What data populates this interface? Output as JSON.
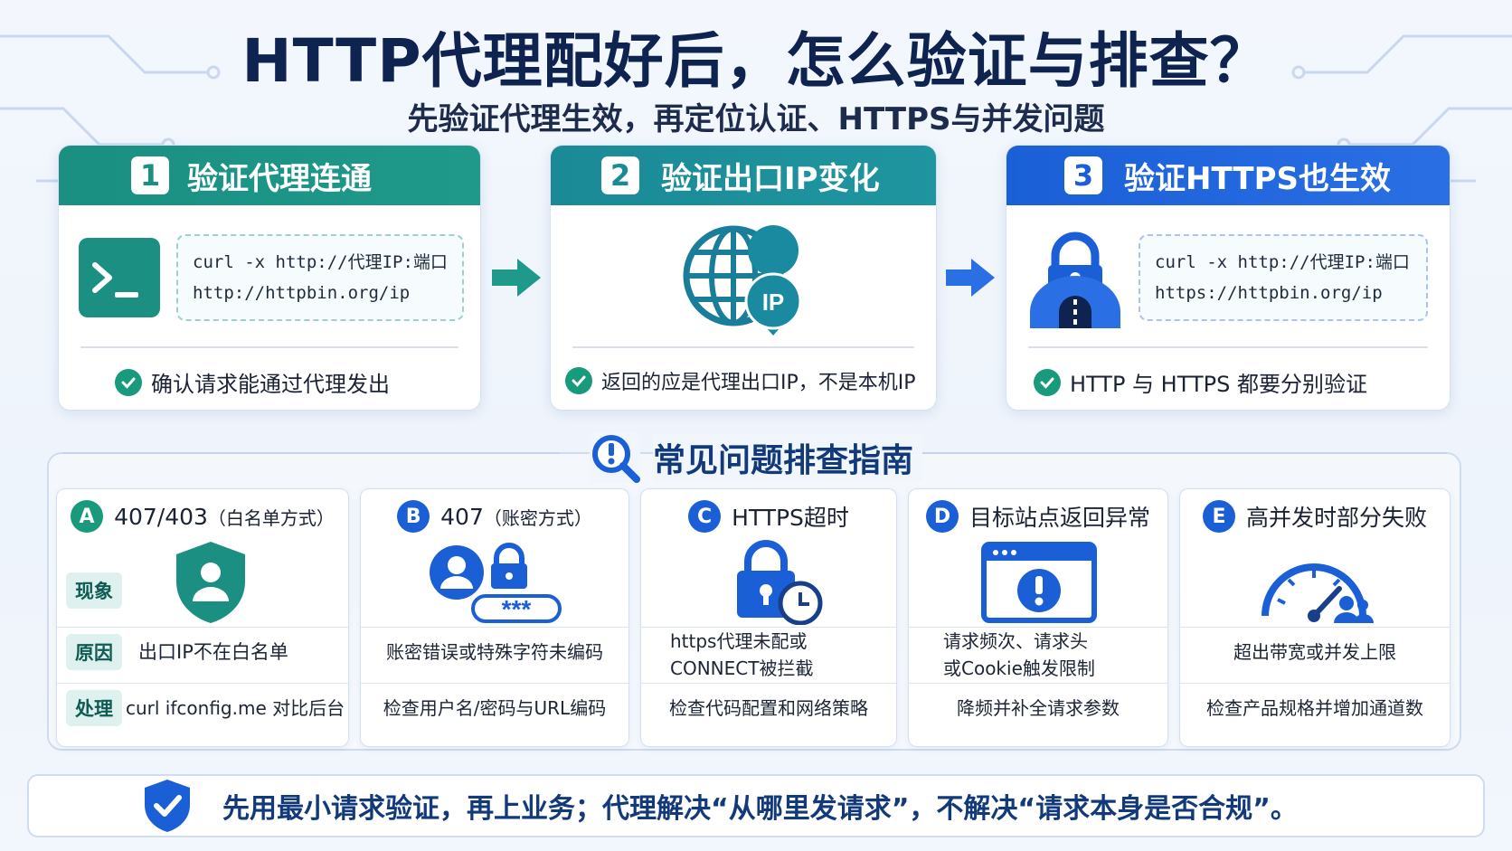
{
  "title": "HTTP代理配好后，怎么验证与排查？",
  "subtitle": "先验证代理生效，再定位认证、HTTPS与并发问题",
  "colors": {
    "teal": "#1a8f82",
    "blue": "#1a5fd6",
    "navy": "#0f2350",
    "check": "#1a9a7c"
  },
  "steps": [
    {
      "num": "1",
      "title": "验证代理连通",
      "icon": "terminal-icon",
      "code_line1": "curl -x http://代理IP:端口",
      "code_line2": "http://httpbin.org/ip",
      "result": "确认请求能通过代理发出"
    },
    {
      "num": "2",
      "title": "验证出口IP变化",
      "icon": "globe-ip-icon",
      "badge": "IP",
      "result": "返回的应是代理出口IP，不是本机IP"
    },
    {
      "num": "3",
      "title": "验证HTTPS也生效",
      "icon": "lock-tunnel-icon",
      "code_line1": "curl -x http://代理IP:端口",
      "code_line2": "https://httpbin.org/ip",
      "result": "HTTP 与 HTTPS 都要分别验证"
    }
  ],
  "guide": {
    "title": "常见问题排查指南",
    "row_labels": {
      "symptom": "现象",
      "cause": "原因",
      "fix": "处理"
    },
    "cards": [
      {
        "letter": "A",
        "title": "407/403",
        "title_small": "（白名单方式）",
        "icon": "shield-user-icon",
        "cause": "出口IP不在白名单",
        "fix": "curl ifconfig.me 对比后台"
      },
      {
        "letter": "B",
        "title": "407",
        "title_small": "（账密方式）",
        "icon": "user-password-icon",
        "password_mask": "***",
        "cause": "账密错误或特殊字符未编码",
        "fix": "检查用户名/密码与URL编码"
      },
      {
        "letter": "C",
        "title": "HTTPS超时",
        "title_small": "",
        "icon": "lock-clock-icon",
        "cause_line1": "https代理未配或",
        "cause_line2": "CONNECT被拦截",
        "fix": "检查代码配置和网络策略"
      },
      {
        "letter": "D",
        "title": "目标站点返回异常",
        "title_small": "",
        "icon": "browser-alert-icon",
        "cause_line1": "请求频次、请求头",
        "cause_line2": "或Cookie触发限制",
        "fix": "降频并补全请求参数"
      },
      {
        "letter": "E",
        "title": "高并发时部分失败",
        "title_small": "",
        "icon": "gauge-users-icon",
        "cause": "超出带宽或并发上限",
        "fix": "检查产品规格并增加通道数"
      }
    ]
  },
  "banner": {
    "icon": "shield-check-icon",
    "text": "先用最小请求验证，再上业务；代理解决“从哪里发请求”，不解决“请求本身是否合规”。"
  }
}
